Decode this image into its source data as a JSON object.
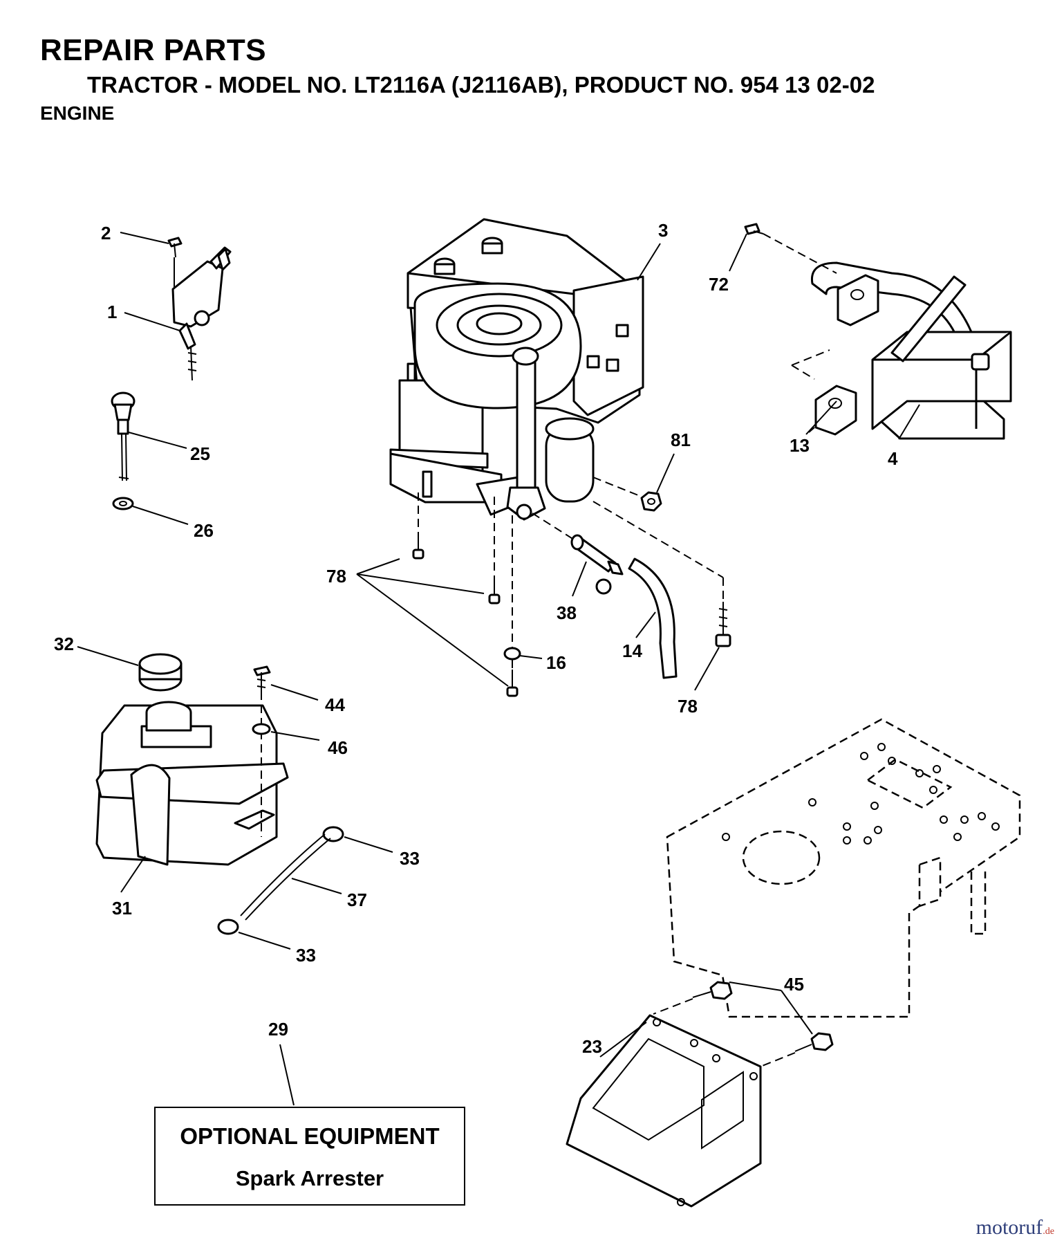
{
  "header": {
    "title": "REPAIR PARTS",
    "subtitle": "TRACTOR - MODEL NO. LT2116A (J2116AB), PRODUCT NO. 954 13 02-02",
    "section": "ENGINE"
  },
  "callouts": {
    "c1": "1",
    "c2": "2",
    "c3": "3",
    "c4": "4",
    "c13": "13",
    "c14": "14",
    "c16": "16",
    "c23": "23",
    "c25": "25",
    "c26": "26",
    "c29": "29",
    "c31": "31",
    "c32": "32",
    "c33a": "33",
    "c33b": "33",
    "c37": "37",
    "c38": "38",
    "c44": "44",
    "c45": "45",
    "c46": "46",
    "c72": "72",
    "c78a": "78",
    "c78b": "78",
    "c81": "81"
  },
  "optional_equipment": {
    "title": "OPTIONAL EQUIPMENT",
    "item": "Spark Arrester"
  },
  "watermark": {
    "logo": "motoruf",
    "logo_suffix": ".de"
  },
  "colors": {
    "line": "#000000",
    "background": "#ffffff",
    "watermark_main": "#2f3f7a",
    "watermark_accent": "#c0392b"
  }
}
